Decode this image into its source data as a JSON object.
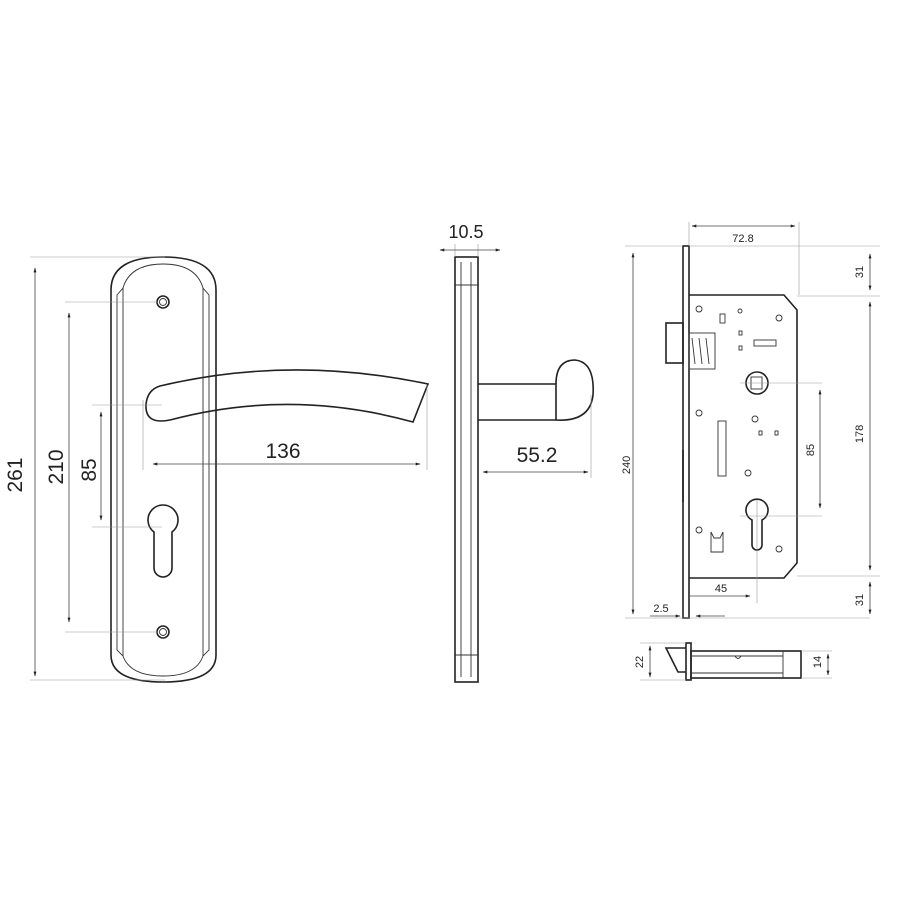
{
  "dimensions": {
    "plate_height": "261",
    "screw_spacing": "210",
    "spindle_to_cylinder": "85",
    "handle_length": "136",
    "plate_thickness": "10.5",
    "handle_projection": "55.2",
    "lock_depth": "72.8",
    "faceplate_height": "240",
    "top_offset": "31",
    "body_height": "178",
    "lock_centers": "85",
    "backset": "45",
    "faceplate_thickness": "2.5",
    "bottom_offset": "31",
    "latch_width": "22",
    "latch_height": "14"
  }
}
